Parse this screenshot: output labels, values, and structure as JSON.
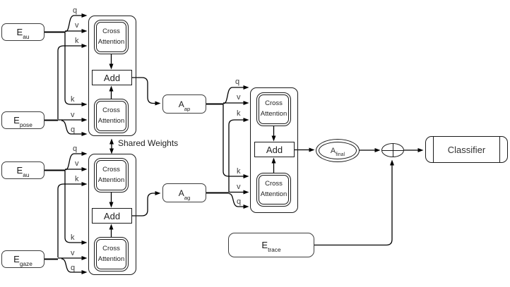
{
  "labels": {
    "q": "q",
    "k": "k",
    "v": "v",
    "cross1": "Cross",
    "cross2": "Attention",
    "add": "Add",
    "shared": "Shared Weights",
    "classifier": "Classifier"
  },
  "nodes": {
    "e_au_top": {
      "base": "E",
      "sub": "au"
    },
    "e_pose": {
      "base": "E",
      "sub": "pose"
    },
    "e_au_bottom": {
      "base": "E",
      "sub": "au"
    },
    "e_gaze": {
      "base": "E",
      "sub": "gaze"
    },
    "e_trace": {
      "base": "E",
      "sub": "trace"
    },
    "a_ap": {
      "base": "A",
      "sub": "ap"
    },
    "a_ag": {
      "base": "A",
      "sub": "ag"
    },
    "a_final": {
      "base": "A",
      "sub": "final"
    }
  },
  "colors": {
    "line": "#000000",
    "text": "#1a1a1a",
    "background": "#ffffff"
  }
}
